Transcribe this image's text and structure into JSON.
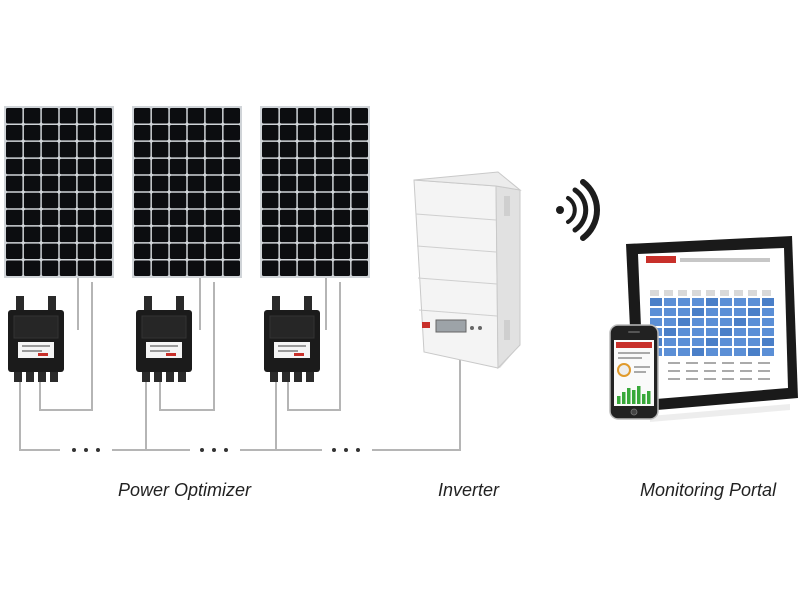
{
  "captions": {
    "power_optimizer": "Power Optimizer",
    "inverter": "Inverter",
    "monitoring_portal": "Monitoring Portal"
  },
  "components": {
    "panels": 3,
    "optimizers": 3
  },
  "icons": {
    "wireless": "wifi-signal-icon"
  },
  "colors": {
    "panel_cell": "#0c0d10",
    "panel_frame": "#d0d4d8",
    "wire": "#b8b8b8",
    "inverter_body": "#f2f2f2",
    "inverter_accent": "#c8302a",
    "portal_cell": "#5b8fd6",
    "screen_bezel": "#1a1a1a"
  }
}
